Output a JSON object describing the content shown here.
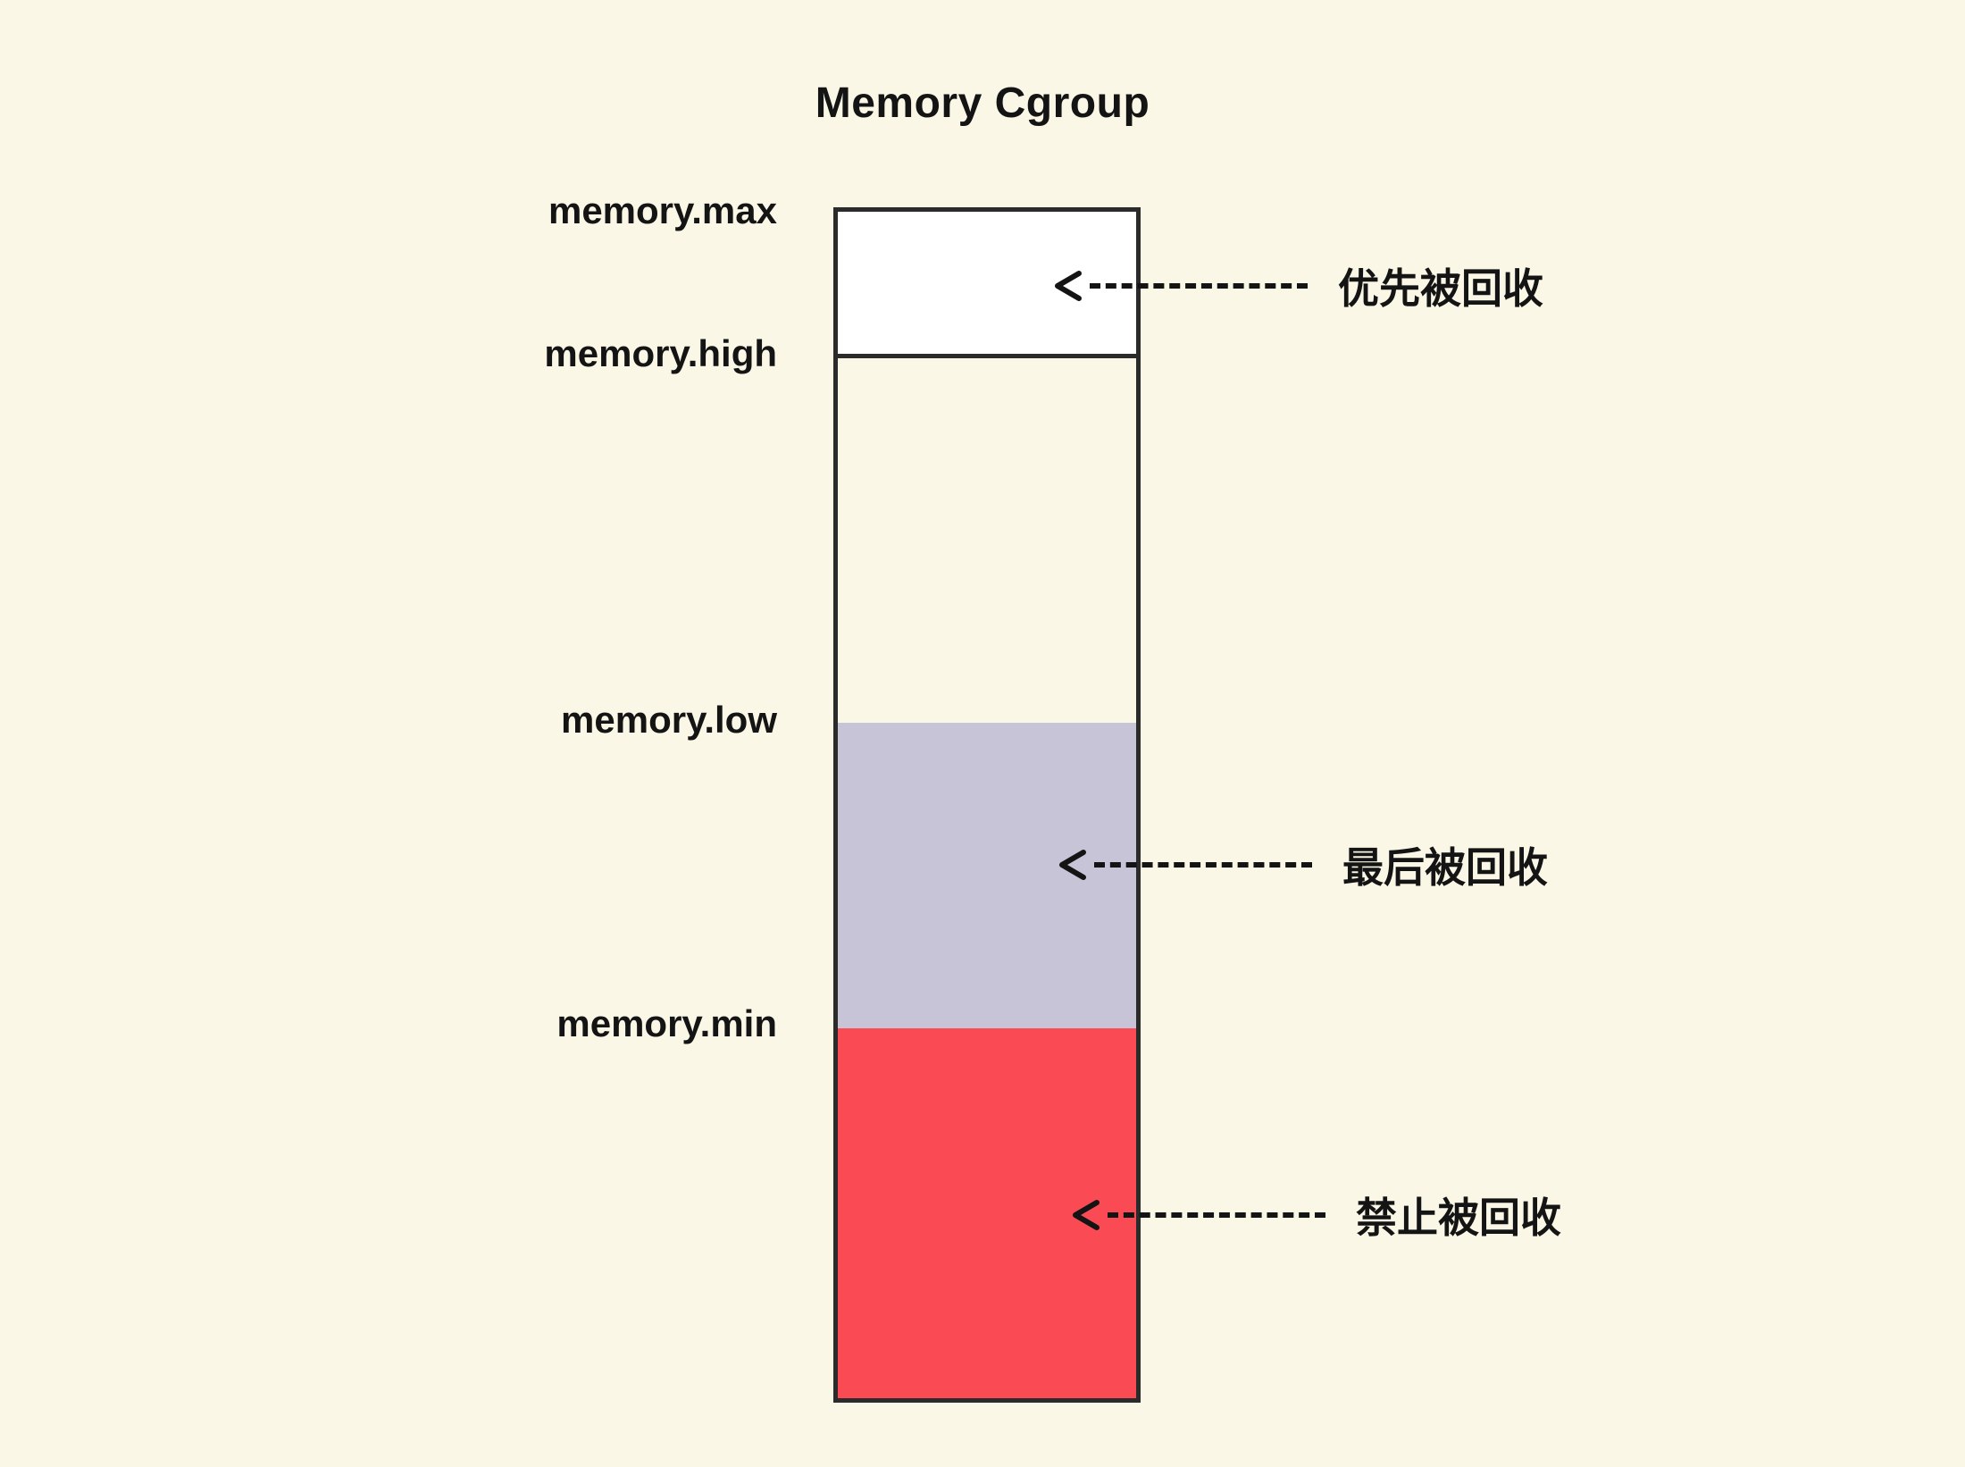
{
  "title": "Memory Cgroup",
  "labels": {
    "max": "memory.max",
    "high": "memory.high",
    "low": "memory.low",
    "min": "memory.min"
  },
  "annotations": {
    "reclaim_first": "优先被回收",
    "reclaim_last": "最后被回收",
    "reclaim_forbidden": "禁止被回收"
  },
  "colors": {
    "background": "#FAF7E6",
    "section_max_high": "#FFFFFF",
    "section_high_low": "#FAF7E6",
    "section_low_min": "#C8C4D7",
    "section_min_bottom": "#FA4B55",
    "border": "#2B2B2B",
    "text": "#141414"
  }
}
